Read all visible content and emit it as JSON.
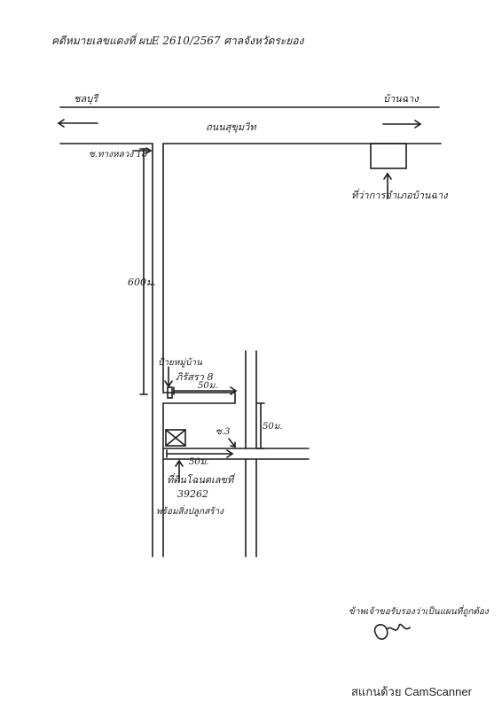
{
  "header": {
    "title": "คดีหมายเลขแดงที่ ผบE 2610/2567 ศาลจังหวัดระยอง"
  },
  "roads": {
    "main_road": "ถนนสุขุมวิท",
    "direction_left": "ชลบุรี",
    "direction_right": "บ้านฉาง",
    "soi": "ซ.ทางหลวง 18",
    "sub_soi": "ซ.3"
  },
  "landmarks": {
    "district_office": "ที่ว่าการอำเภอบ้านฉาง",
    "village_sign": "ป้ายหมู่บ้าน",
    "village_sign_name": "ภิรัสรา 8",
    "property_label": "ที่ดินโฉนดเลขที่",
    "property_number": "39262",
    "property_note": "พร้อมสิ่งปลูกสร้าง"
  },
  "distances": {
    "soi_length": "600ม.",
    "to_sign": "50ม.",
    "to_property": "50ม.",
    "side_road": "50ม."
  },
  "footer": {
    "certification": "ข้าพเจ้าขอรับรองว่าเป็นแผนที่ถูกต้อง",
    "scanner_watermark": "สแกนด้วย CamScanner"
  },
  "colors": {
    "ink": "#1c1c1c",
    "paper": "#ffffff"
  }
}
